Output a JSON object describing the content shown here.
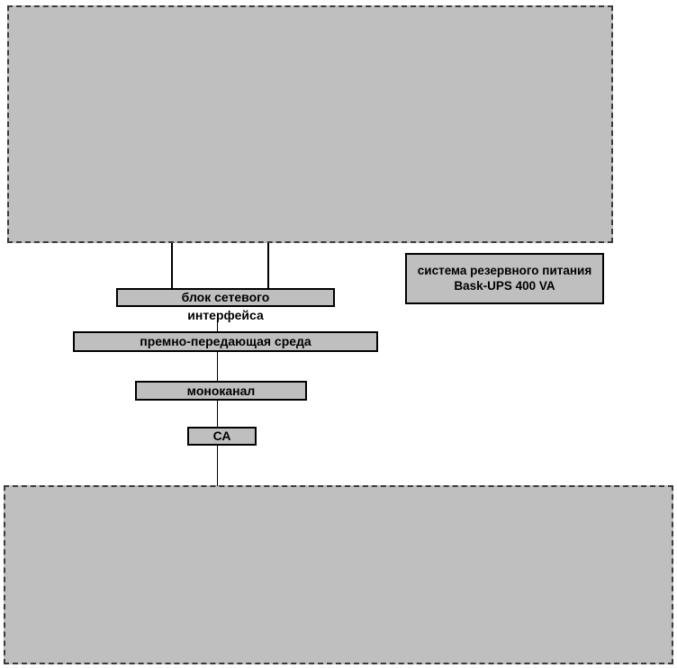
{
  "diagram": {
    "title_present": false,
    "colors": {
      "fill": "#bfbfbf",
      "stroke": "#000000",
      "dashed_stroke": "#3a3a3a",
      "background": "#ffffff"
    },
    "zones": [
      {
        "name": "upper-zone",
        "label": ""
      },
      {
        "name": "lower-zone",
        "label": ""
      }
    ],
    "nodes": [
      {
        "id": "network-interface-unit",
        "label": "блок сетевого",
        "overflow_label": "интерфейса"
      },
      {
        "id": "backup-power-system",
        "label": "система резервного питания Bask-UPS 400 VA"
      },
      {
        "id": "transmit-receive-medium",
        "label": "премно-передающая среда"
      },
      {
        "id": "monochannel",
        "label": "моноканал"
      },
      {
        "id": "sa",
        "label": "СА"
      }
    ],
    "edges": [
      {
        "from": "upper-zone",
        "to": "network-interface-unit",
        "name": "edge-upper-left"
      },
      {
        "from": "upper-zone",
        "to": "network-interface-unit",
        "name": "edge-upper-right"
      },
      {
        "from": "network-interface-unit",
        "to": "lower-zone",
        "name": "edge-trunk"
      }
    ]
  }
}
